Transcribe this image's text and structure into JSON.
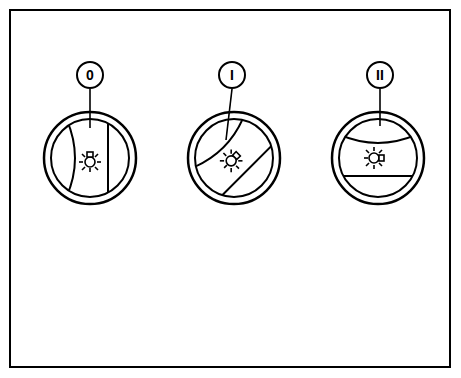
{
  "diagram": {
    "nodes": [
      {
        "text": [
          "0"
        ]
      },
      {
        "text": [
          "I"
        ]
      },
      {
        "text": [
          "II"
        ]
      }
    ]
  }
}
